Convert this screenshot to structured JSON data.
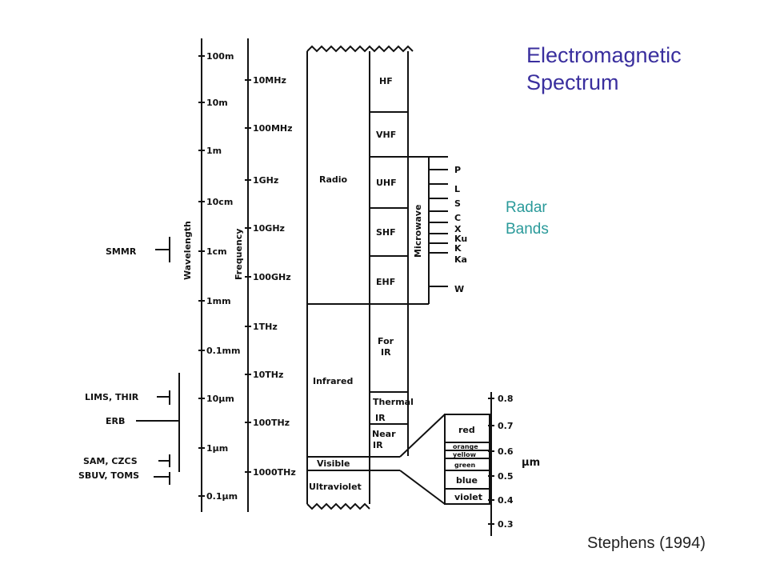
{
  "title_line1": "Electromagnetic",
  "title_line2": "Spectrum",
  "radar_title_line1": "Radar",
  "radar_title_line2": "Bands",
  "credit": "Stephens (1994)",
  "wavelength_axis": {
    "label": "Wavelength",
    "ticks": [
      "100m",
      "10m",
      "1m",
      "10cm",
      "1cm",
      "1mm",
      "0.1mm",
      "10μm",
      "1μm",
      "0.1μm"
    ]
  },
  "frequency_axis": {
    "label": "Frequency",
    "ticks": [
      "10MHz",
      "100MHz",
      "1GHz",
      "10GHz",
      "100GHz",
      "1THz",
      "10THz",
      "100THz",
      "1000THz"
    ]
  },
  "main_regions": [
    "Radio",
    "Infrared",
    "Visible",
    "Ultraviolet"
  ],
  "sub_regions": [
    "HF",
    "VHF",
    "UHF",
    "SHF",
    "EHF",
    "For IR",
    "Thermal IR",
    "Near IR"
  ],
  "microwave_label": "Microwave",
  "radar_bands": [
    "P",
    "L",
    "S",
    "C",
    "X",
    "Ku",
    "K",
    "Ka",
    "W"
  ],
  "instruments": [
    "SMMR",
    "LIMS, THIR",
    "ERB",
    "SAM, CZCS",
    "SBUV, TOMS"
  ],
  "visible_colors": [
    "red",
    "orange",
    "yellow",
    "green",
    "blue",
    "violet"
  ],
  "um_axis": {
    "unit": "μm",
    "ticks": [
      "0.8",
      "0.7",
      "0.6",
      "0.5",
      "0.4",
      "0.3"
    ]
  }
}
